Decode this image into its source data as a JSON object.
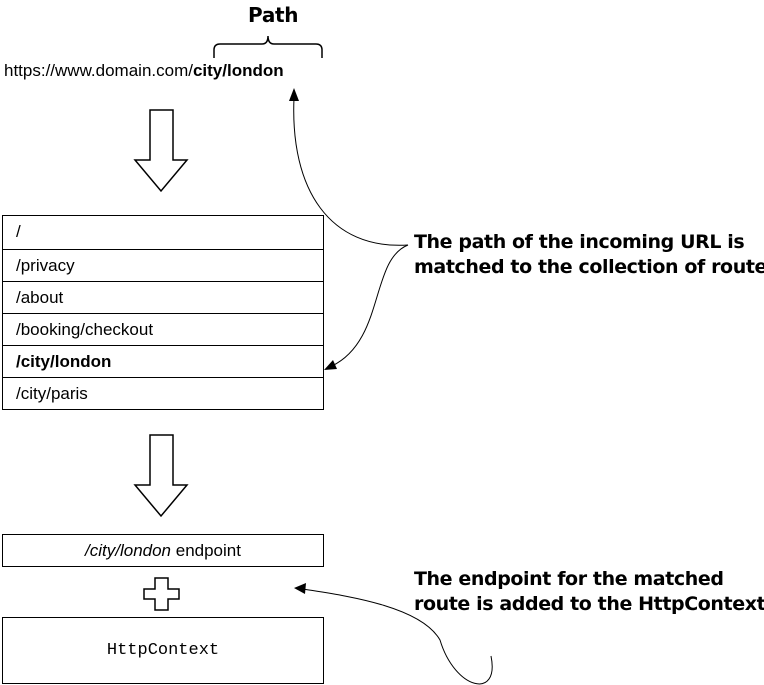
{
  "header": {
    "path_label": "Path",
    "url_prefix": "https://www.domain.com/",
    "url_path": "city/london"
  },
  "routes": [
    "/",
    "/privacy",
    "/about",
    "/booking/checkout",
    "/city/london",
    "/city/paris"
  ],
  "matched_route_index": 4,
  "endpoint": {
    "route": "/city/london",
    "suffix": " endpoint"
  },
  "context": {
    "label": "HttpContext"
  },
  "notes": {
    "match_line1": "The path of the incoming URL is",
    "match_line2": "matched to the collection of routes.",
    "endpoint_line1": "The endpoint for the matched",
    "endpoint_line2": "route is added to the HttpContext."
  }
}
